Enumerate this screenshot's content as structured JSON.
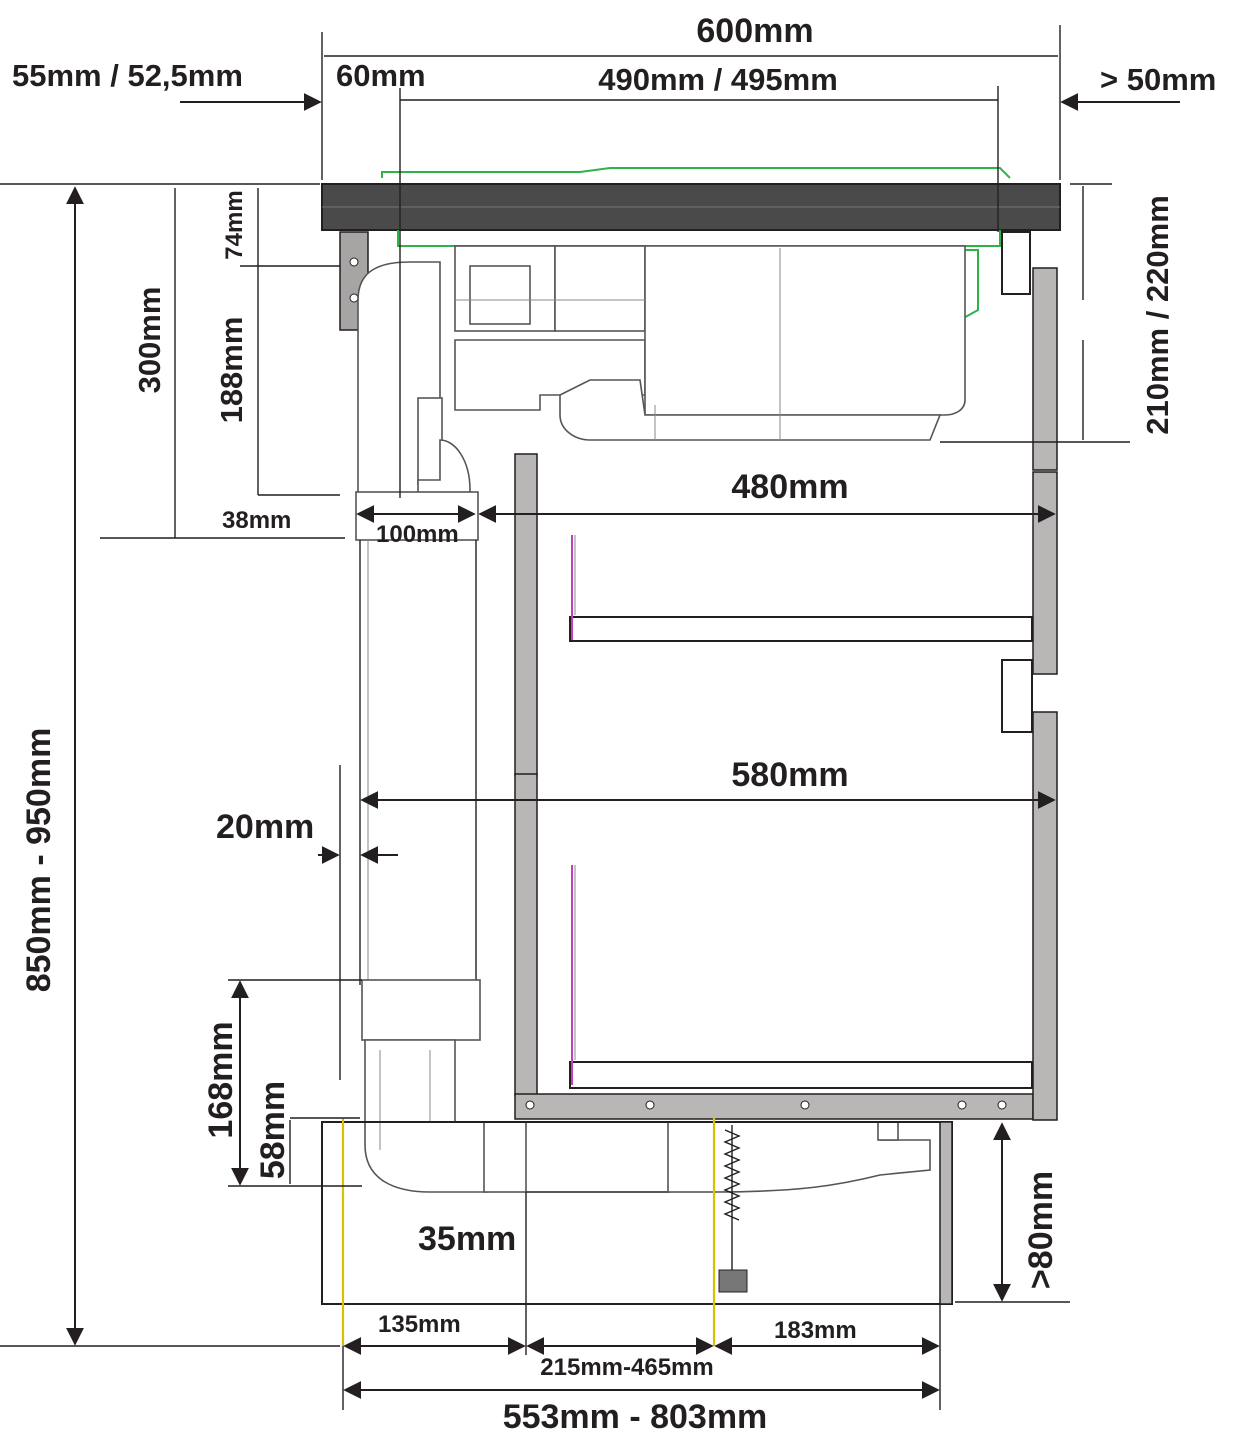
{
  "dimensions": {
    "overall_width": "600mm",
    "left_offset": "55mm / 52,5mm",
    "duct_offset": "60mm",
    "cutout_width": "490mm / 495mm",
    "right_clearance": "> 50mm",
    "right_height": "210mm / 220mm",
    "depth_300": "300mm",
    "depth_188": "188mm",
    "depth_74": "74mm",
    "depth_38": "38mm",
    "duct_100": "100mm",
    "width_480": "480mm",
    "width_580": "580mm",
    "gap_20": "20mm",
    "total_height": "850mm - 950mm",
    "height_168": "168mm",
    "height_58": "58mm",
    "plinth_35": "35mm",
    "plinth_80": ">80mm",
    "base_135": "135mm",
    "base_183": "183mm",
    "base_215": "215mm-465mm",
    "base_total": "553mm - 803mm"
  },
  "colors": {
    "line": "#231f20",
    "panel": "#b9b6b6",
    "hob_outline": "#2db34a",
    "bracket": "#c040c0",
    "reference": "#d4c400"
  }
}
